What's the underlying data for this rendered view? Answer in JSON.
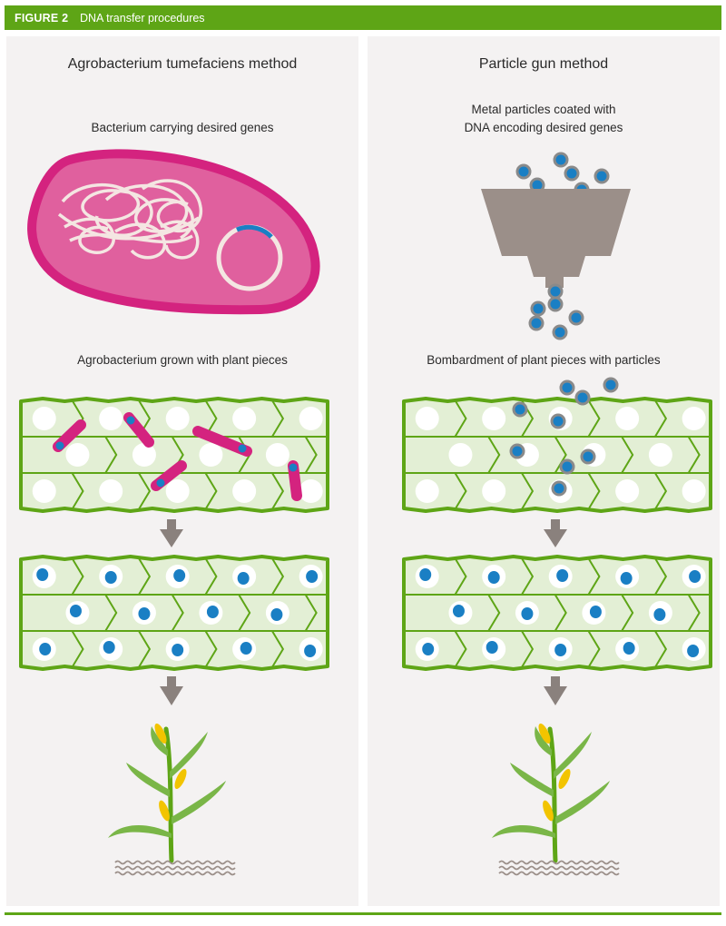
{
  "header": {
    "figure_label": "FIGURE 2",
    "title": "DNA transfer procedures"
  },
  "left_panel": {
    "title": "Agrobacterium tumefaciens method",
    "label_bacterium": "Bacterium carrying desired genes",
    "label_grown": "Agrobacterium grown with plant pieces"
  },
  "right_panel": {
    "title": "Particle gun method",
    "label_particles_line1": "Metal particles coated with",
    "label_particles_line2": "DNA encoding desired genes",
    "label_bombardment": "Bombardment of plant pieces with particles"
  },
  "colors": {
    "header_green": "#5ea516",
    "cell_border_green": "#5ea516",
    "cell_fill": "#e3efd5",
    "bacterium_magenta": "#d4237f",
    "dna_blue": "#1a7fc4",
    "arrow_gray": "#8a817d",
    "panel_background": "#f4f2f2"
  }
}
